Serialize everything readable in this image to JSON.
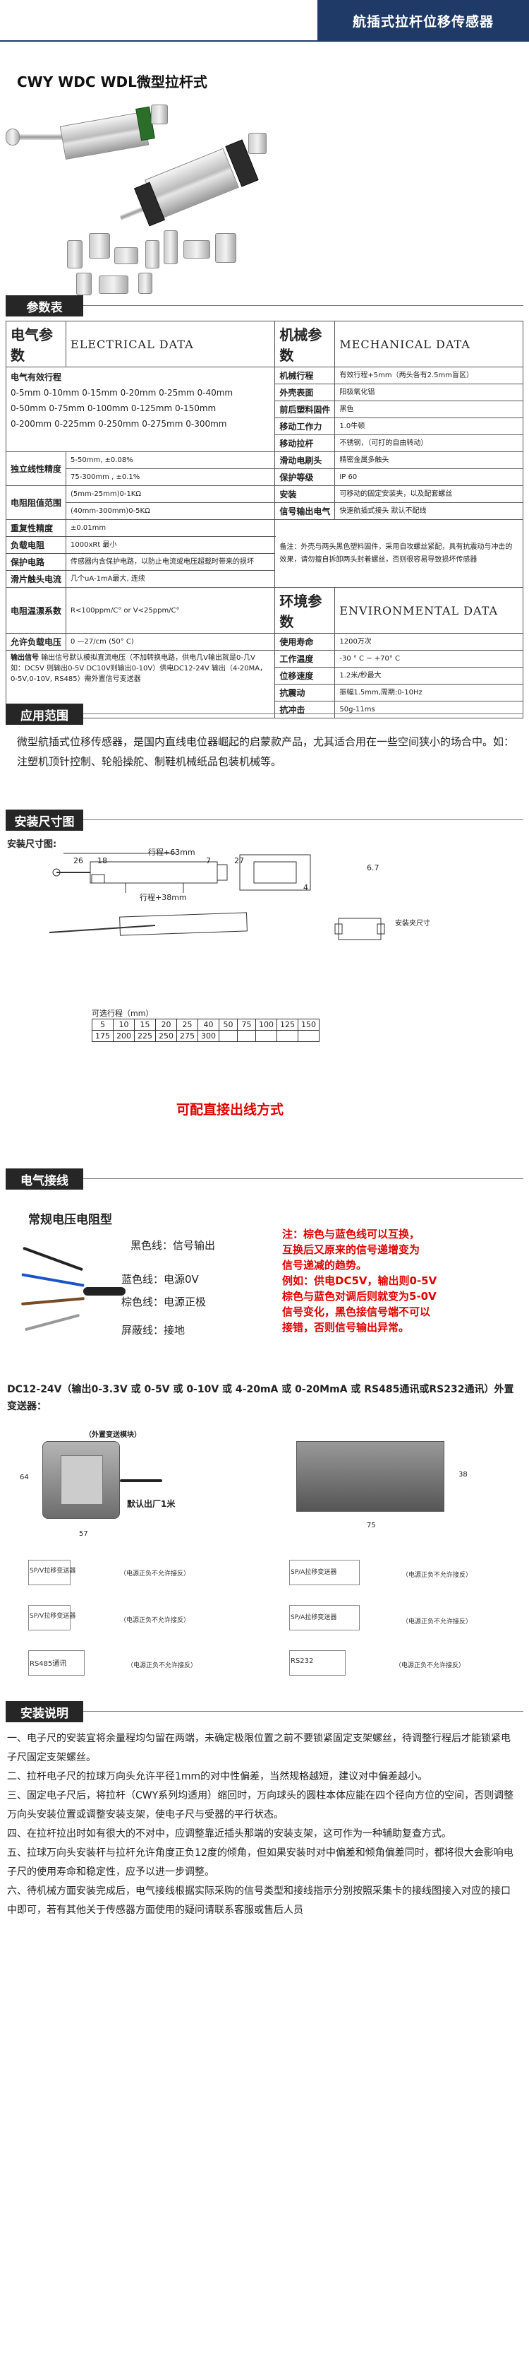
{
  "banner": {
    "title": "航插式拉杆位移传感器"
  },
  "model": {
    "title": "CWY WDC WDL微型拉杆式"
  },
  "sections": {
    "params": "参数表",
    "application": "应用范围",
    "dimensions": "安装尺寸图",
    "electrical": "电气接线",
    "install": "安装说明"
  },
  "spec_table": {
    "electrical_header": "电气参数",
    "electrical_header_en": "ELECTRICAL DATA",
    "mechanical_header": "机械参数",
    "mechanical_header_en": "MECHANICAL DATA",
    "ranges_label": "电气有效行程",
    "ranges": [
      "0-5mm 0-10mm 0-15mm 0-20mm 0-25mm 0-40mm",
      "0-50mm 0-75mm 0-100mm 0-125mm 0-150mm",
      "0-200mm 0-225mm 0-250mm 0-275mm 0-300mm"
    ],
    "linearity_label": "独立线性精度",
    "linearity_values": [
      "5-50mm, ±0.08%",
      "75-300mm , ±0.1%"
    ],
    "resistance_label": "电阻阻值范围",
    "resistance_values": [
      "(5mm-25mm)0-1KΩ",
      "(40mm-300mm)0-5KΩ"
    ],
    "repeat_label": "重复性精度",
    "repeat_value": "±0.01mm",
    "load_label": "负载电阻",
    "load_value": "1000xRt 最小",
    "protect_label": "保护电路",
    "protect_value": "传感器内含保护电路，以防止电流或电压超载时带来的损坏",
    "slide_label": "滑片触头电流",
    "slide_value": "几个uA-1mA最大, 连续",
    "tempco_label": "电阻温漂系数",
    "tempco_value": "R<100ppm/C° or V<25ppm/C°",
    "allow_label": "允许负载电压",
    "allow_value": "0 —27/cm (50° C)",
    "output_label": "输出信号",
    "output_value": "输出信号默认模拟直流电压（不加转换电路，供电几V输出就是0-几V  如：DC5V 则输出0-5V  DC10V则输出0-10V）供电DC12-24V 输出（4-20MA，0-5V,0-10V, RS485）需外置信号变送器",
    "mech_rows": [
      {
        "label": "机械行程",
        "value": "有效行程+5mm（两头各有2.5mm盲区）"
      },
      {
        "label": "外壳表面",
        "value": "阳极氧化铝"
      },
      {
        "label": "前后塑料固件",
        "value": "黑色"
      },
      {
        "label": "移动工作力",
        "value": "1.0牛顿"
      },
      {
        "label": "移动拉杆",
        "value": "不锈钢，（可打的自由转动）"
      },
      {
        "label": "滑动电刷头",
        "value": "精密金属多触头"
      },
      {
        "label": "保护等级",
        "value": "IP 60"
      },
      {
        "label": "安装",
        "value": "可移动的固定安装夹，以及配套螺丝"
      },
      {
        "label": "信号输出电气",
        "value": "快速航插式接头 默认不配线"
      }
    ],
    "mech_note": "备注：外壳与两头黑色塑料固件，采用自攻螺丝紧配，具有抗震动与冲击的效果，请勿擅自拆卸两头封着螺丝，否则很容易导致损坏传感器",
    "env_header": "环境参数",
    "env_header_en": "ENVIRONMENTAL DATA",
    "env_rows": [
      {
        "label": "使用寿命",
        "value": "1200万次"
      },
      {
        "label": "工作温度",
        "value": "-30 ° C ~ +70° C"
      },
      {
        "label": "位移速度",
        "value": "1.2米/秒最大"
      },
      {
        "label": "抗震动",
        "value": "振幅1.5mm,周期:0-10Hz"
      },
      {
        "label": "抗冲击",
        "value": "50g-11ms"
      }
    ]
  },
  "application": {
    "text": "微型航插式位移传感器，是国内直线电位器崛起的启蒙款产品，尤其适合用在一些空间狭小的场合中。如：注塑机顶针控制、轮船操舵、制鞋机械纸品包装机械等。"
  },
  "dimension": {
    "label": "安装尺寸图:",
    "stroke_label": "行程+63mm",
    "stroke2_label": "行程+38mm",
    "dims": [
      "26",
      "18",
      "7",
      "27",
      "4",
      "6.7"
    ],
    "side_label": "安装夹尺寸",
    "stroke_table_title": "可选行程（mm）",
    "stroke_table_row1": [
      "5",
      "10",
      "15",
      "20",
      "25",
      "40",
      "50",
      "75",
      "100",
      "125",
      "150"
    ],
    "stroke_table_row2": [
      "175",
      "200",
      "225",
      "250",
      "275",
      "300"
    ],
    "direct_out": "可配直接出线方式"
  },
  "wiring": {
    "title": "常规电压电阻型",
    "rows": [
      {
        "label": "黑色线：信号输出"
      },
      {
        "label": "蓝色线：电源0V"
      },
      {
        "label": "棕色线：电源正极"
      },
      {
        "label": "屏蔽线：接地"
      }
    ],
    "note": [
      "注：棕色与蓝色线可以互换，",
      "互换后又原来的信号递增变为",
      "信号递减的趋势。",
      "例如：供电DC5V，输出则0-5V",
      "棕色与蓝色对调后则就变为5-0V",
      "信号变化，黑色接信号端不可以",
      "接错，否则信号输出异常。"
    ]
  },
  "transmitter": {
    "text": "DC12-24V（输出0-3.3V 或 0-5V 或 0-10V 或 4-20mA 或 0-20MmA 或 RS485通讯或RS232通讯）外置变送器：",
    "module_label": "（外置变送模块）",
    "default_label": "默认出厂1米",
    "dim_64": "64",
    "dim_57": "57",
    "dim_75": "75",
    "dim_38": "38",
    "panel_labels": [
      "SP/V拉移变送器",
      "SP/A拉移变送器",
      "SP/V拉移变送器",
      "SP/A拉移变送器",
      "RS485通讯",
      "RS232"
    ],
    "warn_label": "（电源正负不允许接反）"
  },
  "install": {
    "items": [
      "一、电子尺的安装宜将余量程均匀留在两端，未确定极限位置之前不要锁紧固定支架螺丝，待调整行程后才能锁紧电子尺固定支架螺丝。",
      "二、拉杆电子尺的拉球万向头允许平径1mm的对中性偏差，当然规格越短，建议对中偏差越小。",
      "三、固定电子尺后，将拉杆（CWY系列均适用）缩回时，万向球头的圆柱本体应能在四个径向方位的空间，否则调整万向头安装位置或调整安装支架，使电子尺与受器的平行状态。",
      "四、在拉杆拉出时如有很大的不对中，应调整靠近插头那端的安装支架，这可作为一种辅助复查方式。",
      "五、拉球万向头安装杆与拉杆允许角度正负12度的倾角，但如果安装时对中偏差和倾角偏差同时，都将很大会影响电子尺的使用寿命和稳定性，应予以进一步调整。",
      "六、待机械方面安装完成后，电气接线根据实际采购的信号类型和接线指示分别按照采集卡的接线图接入对应的接口中即可，若有其他关于传感器方面使用的疑问请联系客服或售后人员"
    ]
  },
  "colors": {
    "banner_bg": "#1f3a66",
    "section_bg": "#262626",
    "accent_red": "#e00000",
    "cap_green": "#2a6e2a"
  },
  "icons": [
    "sensor-photo",
    "wire-photo",
    "transmitter-photo"
  ]
}
